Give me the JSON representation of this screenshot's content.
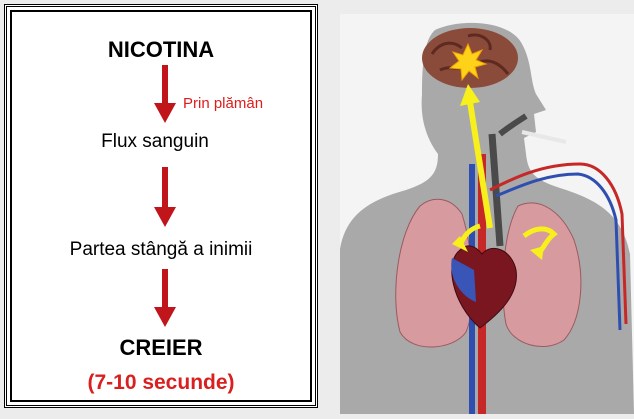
{
  "flow": {
    "title": "NICOTINA",
    "route_note": "Prin plămân",
    "step1": "Flux sanguin",
    "step2": "Partea stângă a inimii",
    "destination": "CREIER",
    "time": "(7-10 secunde)"
  },
  "colors": {
    "arrow": "#c0161b",
    "accent_text": "#d91f1f",
    "silhouette": "#a9a9a9",
    "nicotine_path": "#f7f01c"
  }
}
